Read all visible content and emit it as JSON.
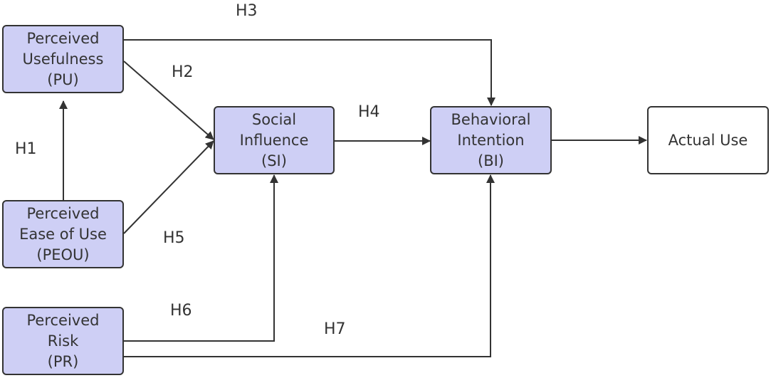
{
  "colors": {
    "construct_fill": "#cecff5",
    "outcome_fill": "#ffffff",
    "stroke": "#333333",
    "text": "#333333"
  },
  "nodes": {
    "pu": {
      "lines": [
        "Perceived",
        "Usefulness",
        "(PU)"
      ]
    },
    "peou": {
      "lines": [
        "Perceived",
        "Ease of Use",
        "(PEOU)"
      ]
    },
    "pr": {
      "lines": [
        "Perceived",
        "Risk",
        "(PR)"
      ]
    },
    "si": {
      "lines": [
        "Social",
        "Influence",
        "(SI)"
      ]
    },
    "bi": {
      "lines": [
        "Behavioral",
        "Intention",
        "(BI)"
      ]
    },
    "au": {
      "lines": [
        "Actual Use"
      ]
    }
  },
  "hypotheses": {
    "h1": "H1",
    "h2": "H2",
    "h3": "H3",
    "h4": "H4",
    "h5": "H5",
    "h6": "H6",
    "h7": "H7"
  }
}
